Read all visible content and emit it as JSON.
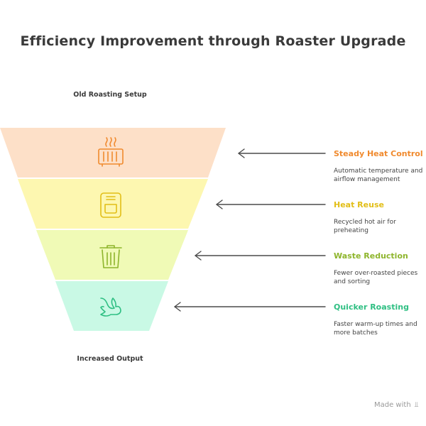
{
  "title": "Efficiency Improvement through Roaster Upgrade",
  "funnel_top_label": "Old Roasting Setup",
  "funnel_bottom_label": "Increased Output",
  "stages": [
    {
      "icon": "heater-icon",
      "color": "#fde0c8",
      "stroke": "#f08a2e",
      "title": "Steady Heat Control",
      "title_color": "#f08a2e",
      "desc": "Automatic temperature and airflow management"
    },
    {
      "icon": "air-fryer-icon",
      "color": "#fdf7b0",
      "stroke": "#e2be17",
      "title": "Heat Reuse",
      "title_color": "#e2be17",
      "desc": "Recycled hot air for preheating"
    },
    {
      "icon": "trash-icon",
      "color": "#f0fab6",
      "stroke": "#8eb52c",
      "title": "Waste Reduction",
      "title_color": "#8eb52c",
      "desc": "Fewer over-roasted pieces and sorting"
    },
    {
      "icon": "rabbit-icon",
      "color": "#c9f9e5",
      "stroke": "#2fbf83",
      "title": "Quicker Roasting",
      "title_color": "#2fbf83",
      "desc": "Faster warm-up times and more batches"
    }
  ],
  "footer": {
    "text": "Made with"
  }
}
